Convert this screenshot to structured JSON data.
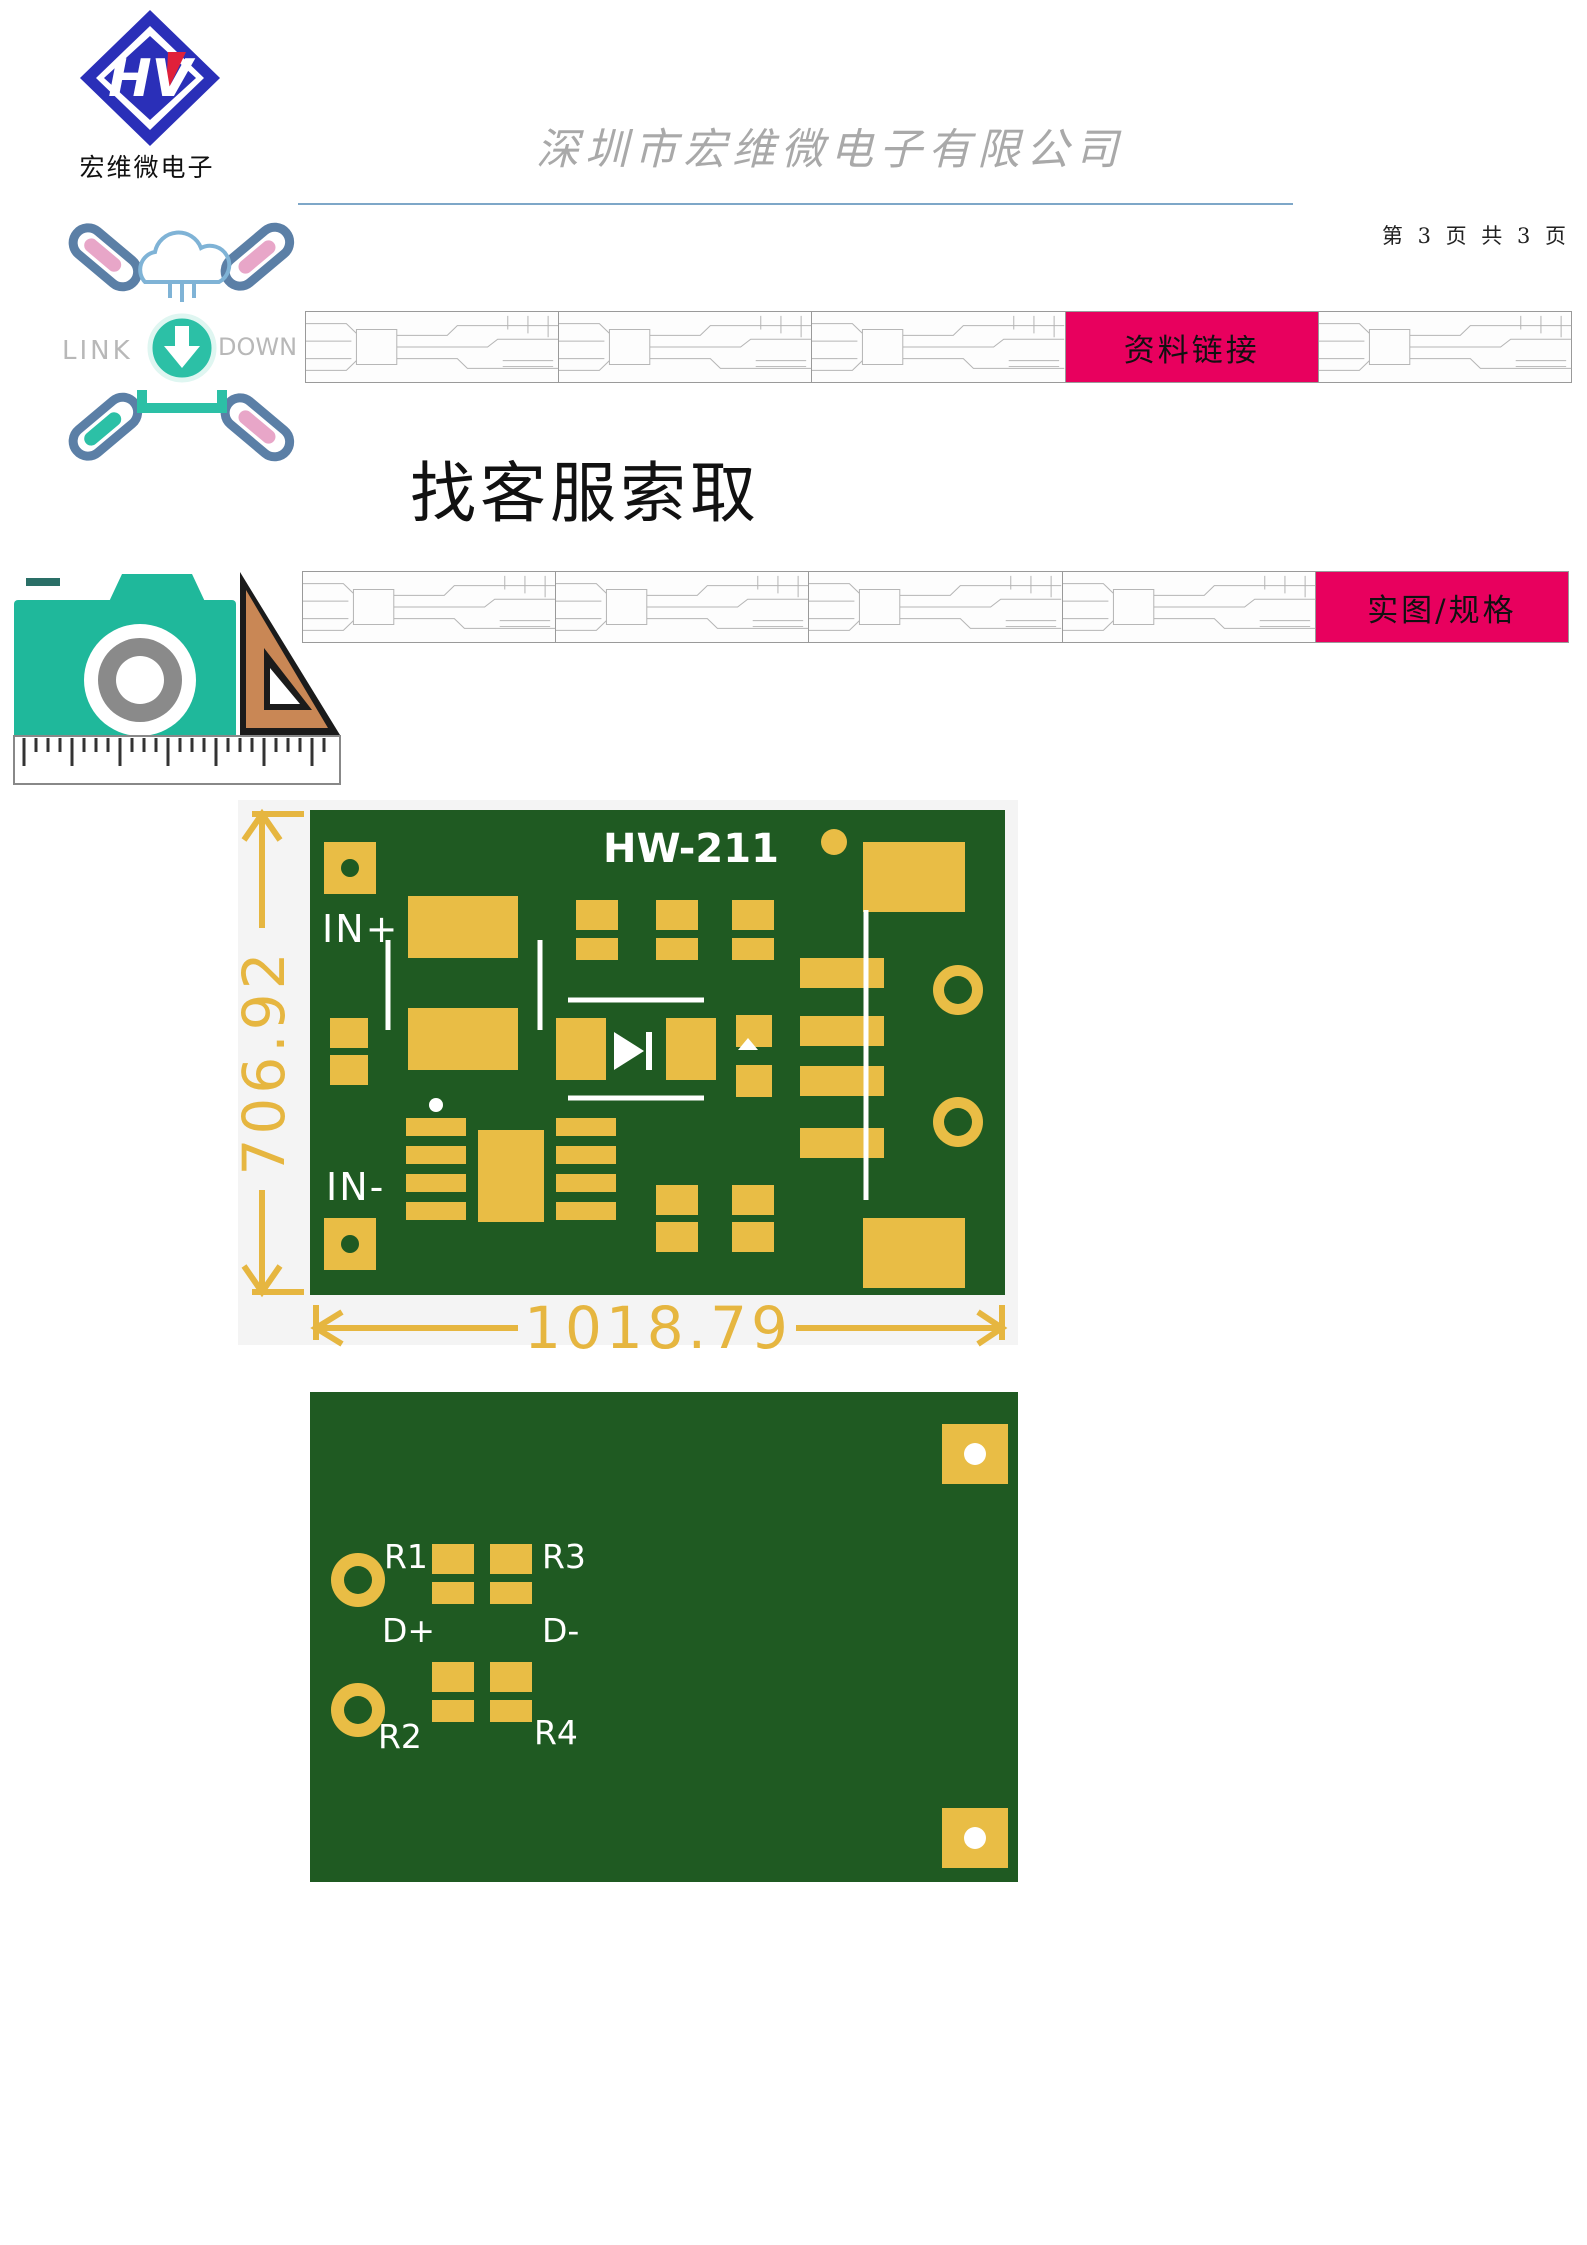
{
  "header": {
    "logo_letters": "HV",
    "logo_caption": "宏维微电子",
    "company_name": "深圳市宏维微电子有限公司",
    "page_info": "第 3 页 共 3 页"
  },
  "link_icon": {
    "left_label": "LINK",
    "right_label": "DOWN"
  },
  "banner_links": {
    "label": "资料链接",
    "cells": 5,
    "highlight_index": 3
  },
  "ask_text": "找客服索取",
  "banner_photos": {
    "label": "实图/规格",
    "cells": 5,
    "highlight_index": 4
  },
  "colors": {
    "highlight": "#e8005e",
    "pcb_green": "#1f5a22",
    "pad_gold": "#e9bd45",
    "teal": "#1fb89b"
  },
  "pcb_top": {
    "model": "HW-211",
    "in_plus": "IN+",
    "in_minus": "IN-",
    "height_dim": "706.92",
    "width_dim": "1018.79"
  },
  "pcb_bottom": {
    "r1": "R1",
    "r2": "R2",
    "r3": "R3",
    "r4": "R4",
    "d_plus": "D+",
    "d_minus": "D-"
  }
}
